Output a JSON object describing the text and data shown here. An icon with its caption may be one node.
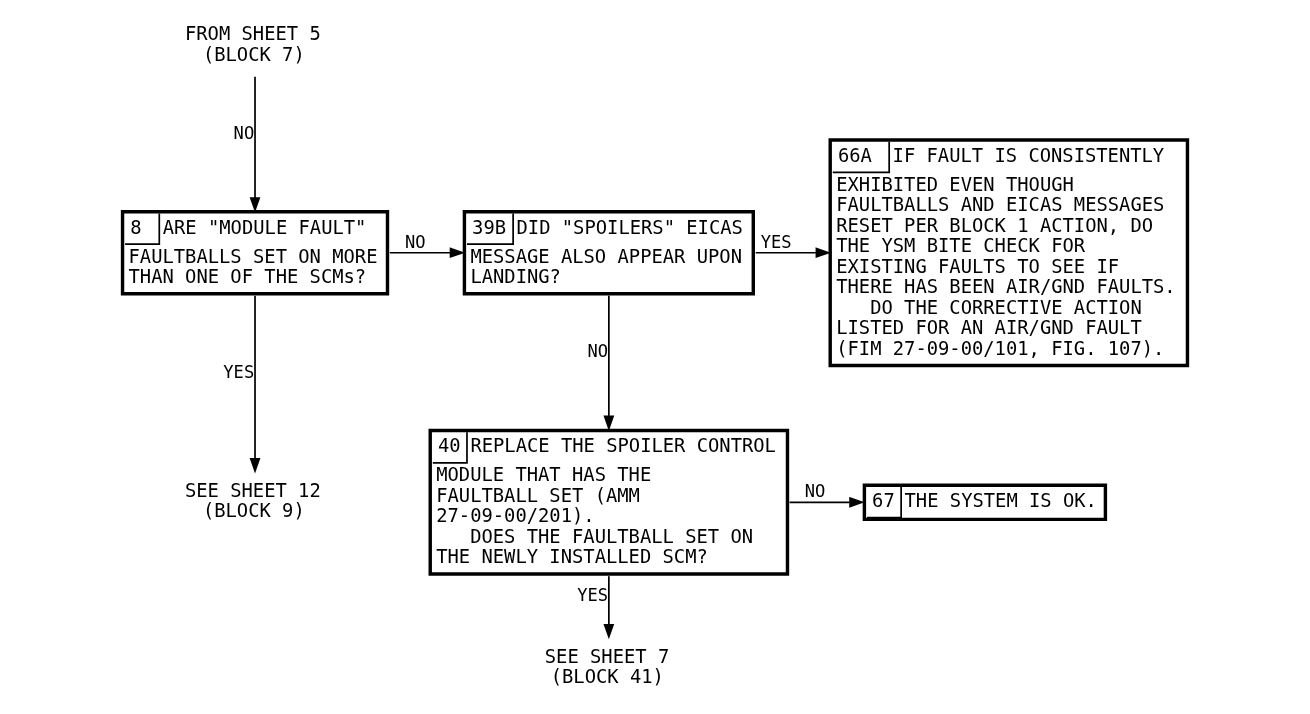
{
  "diagram": {
    "nodes": [
      {
        "text": [
          "FROM SHEET 5 (BLOCK 7)"
        ]
      },
      {
        "text": [
          "8",
          "ARE \"MODULE FAULT\" FAULTBALLS SET ON MORE THAN ONE OF THE SCMs?"
        ]
      },
      {
        "text": [
          "39B",
          "DID \"SPOILERS\" EICAS MESSAGE ALSO APPEAR UPON LANDING?"
        ]
      },
      {
        "text": [
          "66A",
          "IF FAULT IS CONSISTENTLY EXHIBITED EVEN THOUGH FAULTBALLS AND EICAS MESSAGES RESET PER BLOCK 1 ACTION, DO THE YSM BITE CHECK FOR EXISTING FAULTS TO SEE IF THERE HAS BEEN AIR/GND FAULTS.",
          "DO THE CORRECTIVE ACTION LISTED FOR AN AIR/GND FAULT (FIM 27-09-00/101, FIG. 107)."
        ]
      },
      {
        "text": [
          "SEE SHEET 12 (BLOCK 9)"
        ]
      },
      {
        "text": [
          "40",
          "REPLACE THE SPOILER CONTROL MODULE THAT HAS THE FAULTBALL SET (AMM 27-09-00/201).",
          "DOES THE FAULTBALL SET ON THE NEWLY INSTALLED SCM?"
        ]
      },
      {
        "text": [
          "67",
          "THE SYSTEM IS OK."
        ]
      },
      {
        "text": [
          "SEE SHEET 7 (BLOCK 41)"
        ]
      }
    ],
    "edges": [
      {
        "from": 0,
        "to": 1,
        "arrow": "to",
        "label": "NO"
      },
      {
        "from": 1,
        "to": 2,
        "arrow": "to",
        "label": "NO"
      },
      {
        "from": 2,
        "to": 3,
        "arrow": "to",
        "label": "YES"
      },
      {
        "from": 1,
        "to": 4,
        "arrow": "to",
        "label": "YES"
      },
      {
        "from": 2,
        "to": 5,
        "arrow": "to",
        "label": "NO"
      },
      {
        "from": 5,
        "to": 6,
        "arrow": "to",
        "label": "NO"
      },
      {
        "from": 5,
        "to": 7,
        "arrow": "to",
        "label": "YES"
      }
    ]
  }
}
